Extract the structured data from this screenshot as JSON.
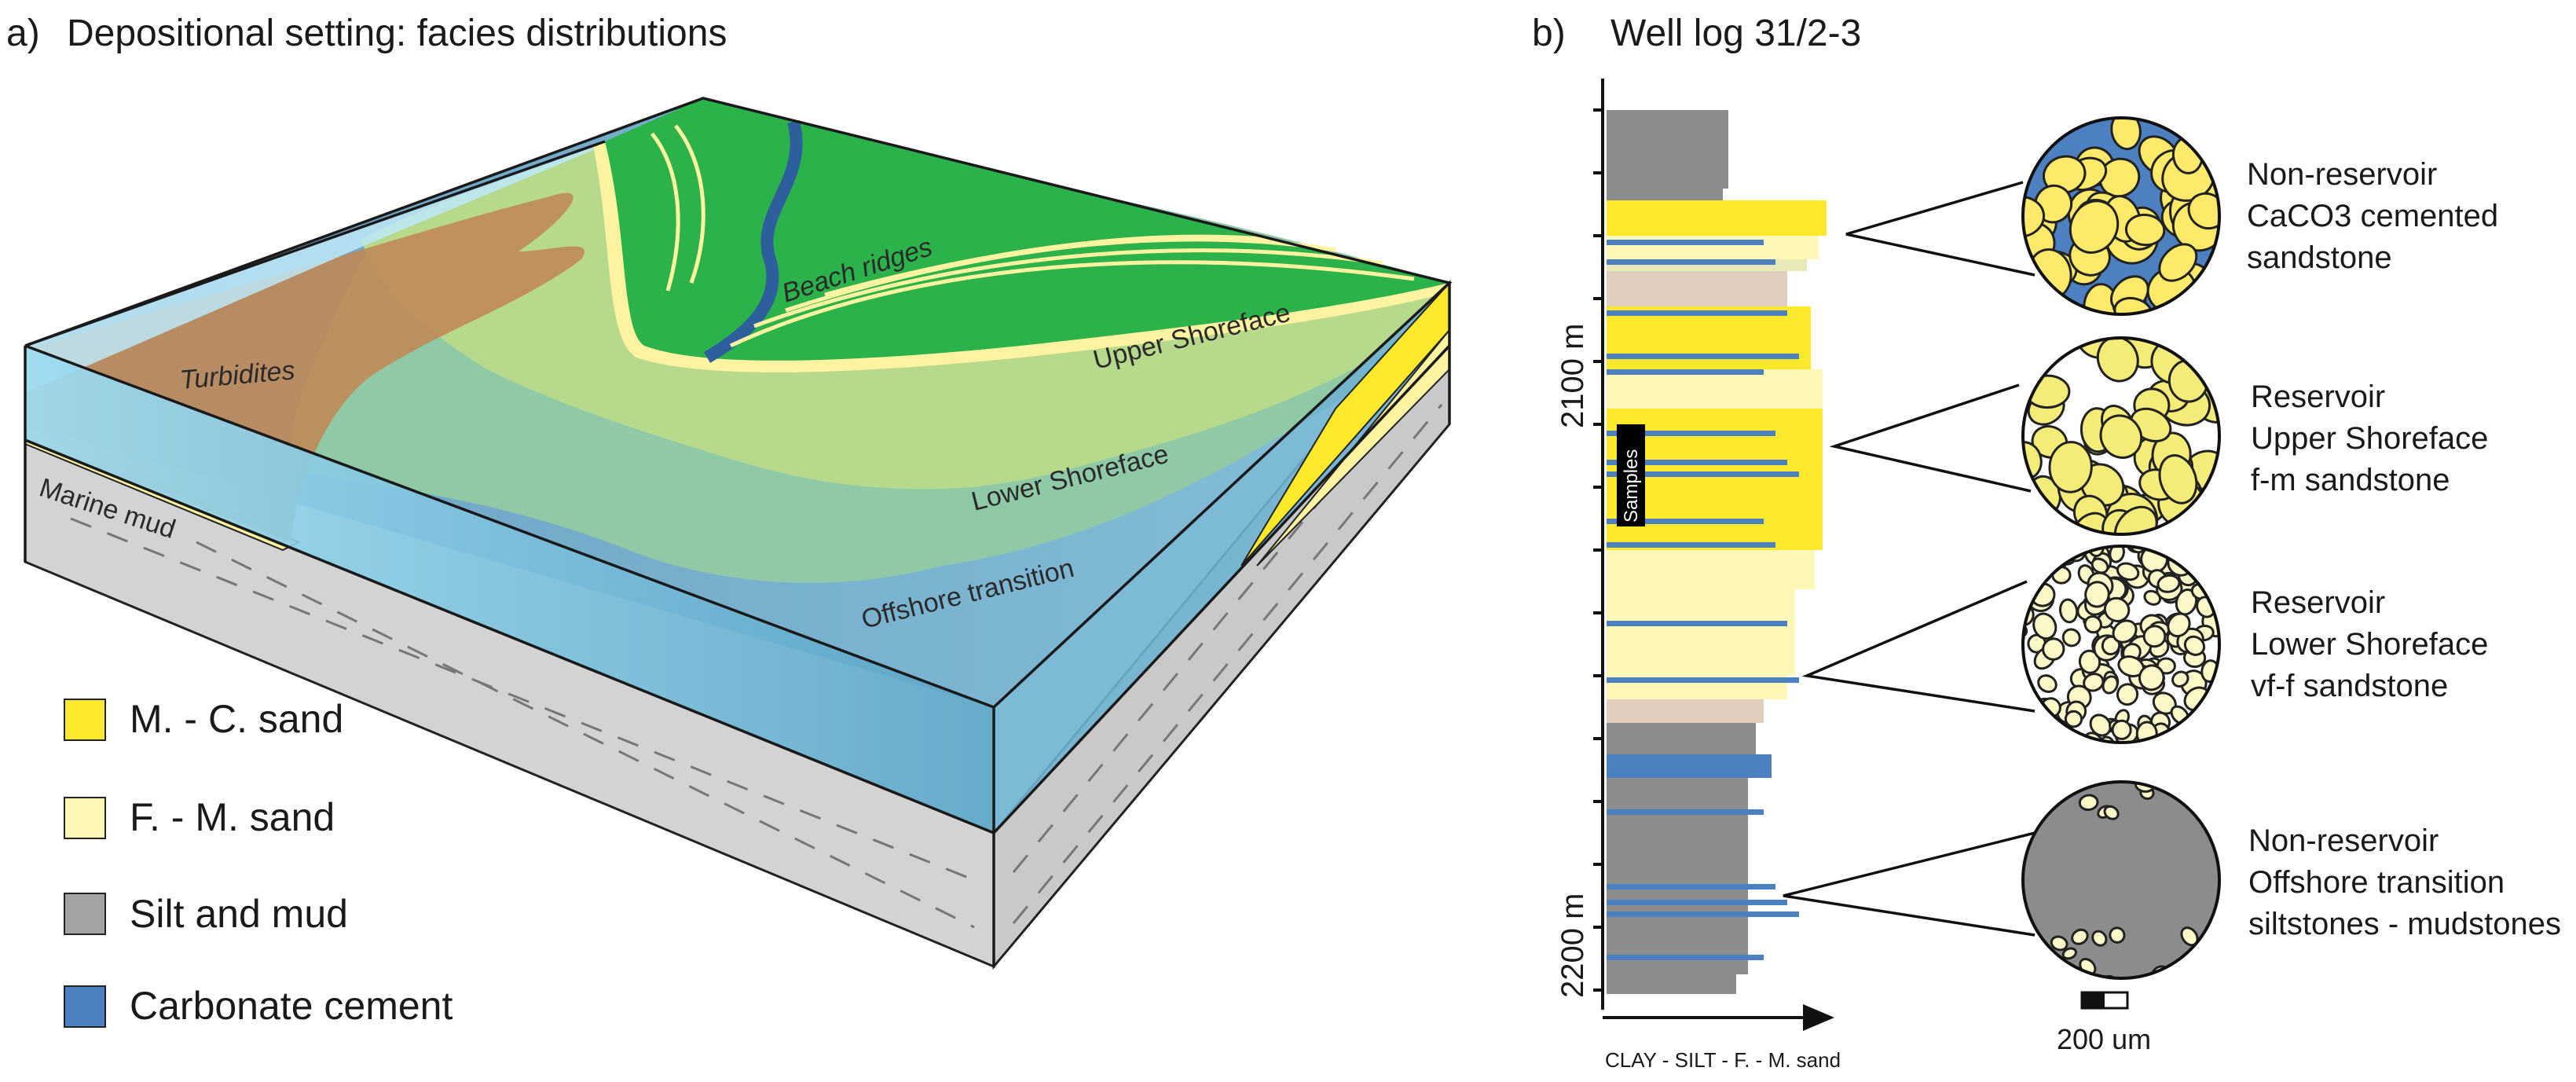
{
  "panel_a": {
    "tag": "a)",
    "title": "Depositional setting: facies distributions",
    "zones": {
      "beach_ridges": "Beach ridges",
      "turbidites": "Turbidites",
      "upper_shoreface": "Upper Shoreface",
      "lower_shoreface": "Lower Shoreface",
      "offshore_transition": "Offshore transition",
      "marine_mud": "Marine mud"
    },
    "legend": [
      {
        "label": "M. - C. sand",
        "color": "#fde92b"
      },
      {
        "label": "F. - M. sand",
        "color": "#fdf8b6"
      },
      {
        "label": "Silt and mud",
        "color": "#a3a3a3"
      },
      {
        "label": "Carbonate cement",
        "color": "#4d80c0"
      }
    ]
  },
  "panel_b": {
    "tag": "b)",
    "title": "Well log 31/2-3",
    "depth_labels": [
      "2100 m",
      "2200 m"
    ],
    "samples_label": "Samples",
    "x_axis_label": "CLAY - SILT  - F. - M. sand",
    "descriptions": [
      {
        "lines": [
          "Non-reservoir",
          "CaCO3 cemented",
          "sandstone"
        ]
      },
      {
        "lines": [
          "Reservoir",
          "Upper Shoreface",
          "f-m sandstone"
        ]
      },
      {
        "lines": [
          "Reservoir",
          "Lower Shoreface",
          "vf-f sandstone"
        ]
      },
      {
        "lines": [
          "Non-reservoir",
          "Offshore transition",
          "siltstones - mudstones"
        ]
      }
    ],
    "scale_bar_label": "200 um"
  },
  "colors": {
    "ocean": "#8ed4ef",
    "land": "#2bb24b",
    "upper_shoreface": "#b7d98c",
    "turbidite": "#c08a58",
    "offshore": "#5fa8c8",
    "section_grey": "#d4d4d4"
  }
}
